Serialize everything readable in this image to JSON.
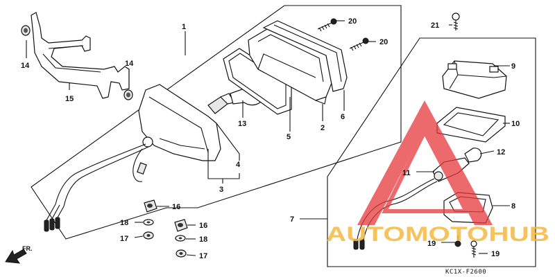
{
  "diagram": {
    "part_labels": [
      {
        "id": "p1",
        "text": "1"
      },
      {
        "id": "p2",
        "text": "2"
      },
      {
        "id": "p3",
        "text": "3"
      },
      {
        "id": "p4",
        "text": "4"
      },
      {
        "id": "p5",
        "text": "5"
      },
      {
        "id": "p6",
        "text": "6"
      },
      {
        "id": "p7",
        "text": "7"
      },
      {
        "id": "p8",
        "text": "8"
      },
      {
        "id": "p9",
        "text": "9"
      },
      {
        "id": "p10",
        "text": "10"
      },
      {
        "id": "p11",
        "text": "11"
      },
      {
        "id": "p12",
        "text": "12"
      },
      {
        "id": "p13",
        "text": "13"
      },
      {
        "id": "p14a",
        "text": "14"
      },
      {
        "id": "p14b",
        "text": "14"
      },
      {
        "id": "p15",
        "text": "15"
      },
      {
        "id": "p16a",
        "text": "16"
      },
      {
        "id": "p16b",
        "text": "16"
      },
      {
        "id": "p17a",
        "text": "17"
      },
      {
        "id": "p17b",
        "text": "17"
      },
      {
        "id": "p18a",
        "text": "18"
      },
      {
        "id": "p18b",
        "text": "18"
      },
      {
        "id": "p19a",
        "text": "19"
      },
      {
        "id": "p19b",
        "text": "19"
      },
      {
        "id": "p20a",
        "text": "20"
      },
      {
        "id": "p20b",
        "text": "20"
      },
      {
        "id": "p21",
        "text": "21"
      }
    ],
    "diagram_code": "KC1X-F2600",
    "direction_label": "FR.",
    "watermark": {
      "text": "AUTOMOTOHUB",
      "triangle_color": "#e8393b",
      "text_color": "#f5b840"
    }
  }
}
